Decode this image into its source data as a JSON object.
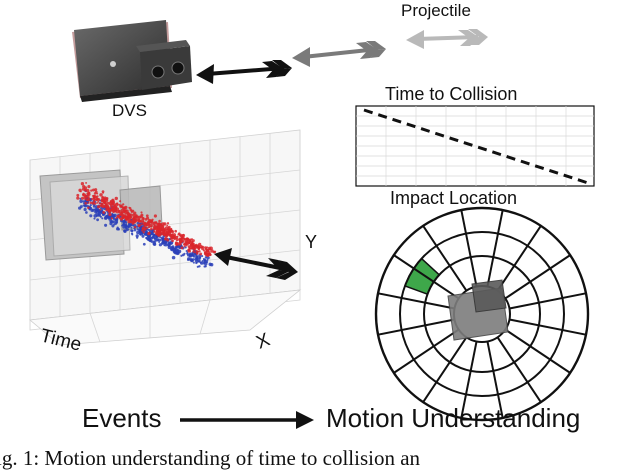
{
  "labels": {
    "projectile": "Projectile",
    "dvs": "DVS",
    "time_to_collision": "Time to Collision",
    "impact_location": "Impact Location",
    "axis_y": "Y",
    "axis_x": "X",
    "axis_time": "Time",
    "events": "Events",
    "motion_understanding": "Motion Understanding"
  },
  "caption": "ig. 1: Motion understanding of time to collision an",
  "colors": {
    "event_red": "#d9262b",
    "event_blue": "#2a3fb8",
    "impact_highlight": "#3ea74a",
    "arrow_dark": "#111111",
    "arrow_mid": "#7a7a7a",
    "arrow_light": "#b9b9b9"
  },
  "icons": [
    "arrow-dark-icon",
    "arrow-mid-icon",
    "arrow-light-icon",
    "arrow-events-icon",
    "dvs-camera-icon",
    "target-sensor-icon"
  ]
}
